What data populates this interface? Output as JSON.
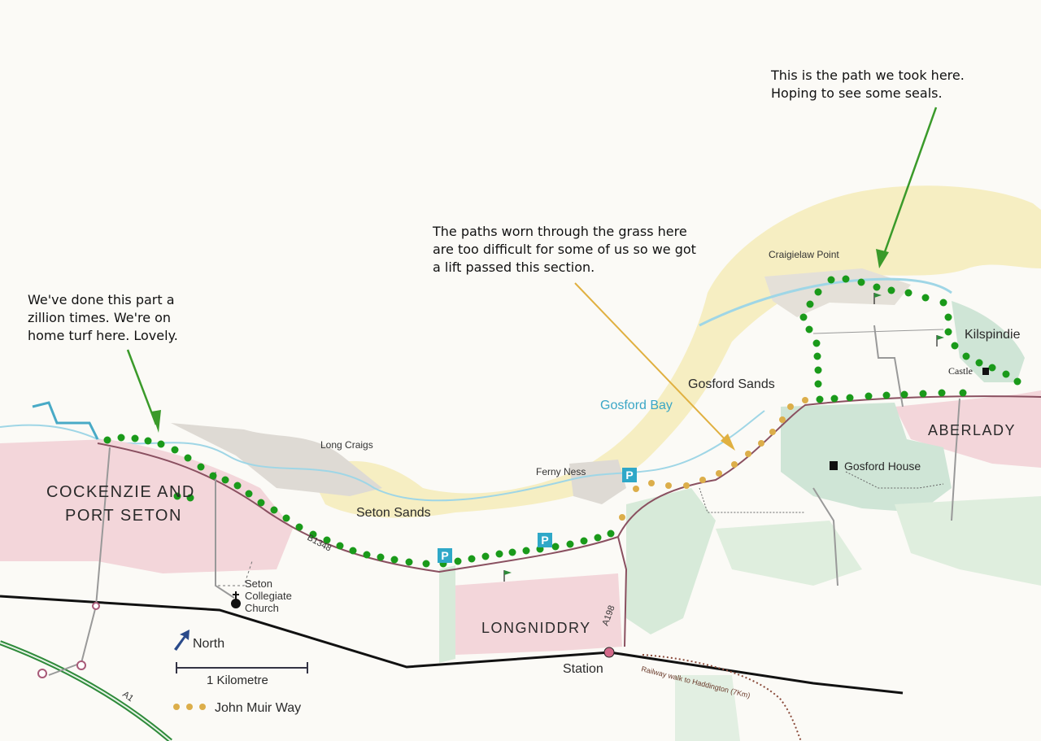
{
  "annotations": {
    "left": "We've done this part a\nzillion times. We're on\nhome turf here. Lovely.",
    "middle": "The paths worn through the grass here\nare too difficult for some of us so we got\na lift passed this section.",
    "right": "This is the path we took here.\nHoping to see some seals."
  },
  "places": {
    "cockenzie_line1": "COCKENZIE AND",
    "cockenzie_line2": "PORT SETON",
    "longniddry": "LONGNIDDRY",
    "aberlady": "ABERLADY",
    "long_craigs": "Long Craigs",
    "seton_sands": "Seton Sands",
    "ferny_ness": "Ferny Ness",
    "gosford_bay": "Gosford Bay",
    "gosford_sands": "Gosford Sands",
    "craigielaw_point": "Craigielaw Point",
    "kilspindie": "Kilspindie",
    "castle": "Castle",
    "gosford_house": "Gosford House",
    "seton_church_line1": "Seton",
    "seton_church_line2": "Collegiate",
    "seton_church_line3": "Church",
    "station": "Station",
    "railway_walk": "Railway walk to Haddington (7Km)"
  },
  "roads": {
    "b1348": "B1348",
    "a198": "A198",
    "a1": "A1"
  },
  "parking_label": "P",
  "legend": {
    "north": "North",
    "scale": "1 Kilometre",
    "route": "John Muir Way"
  },
  "colors": {
    "route_walked": "#1a9a1a",
    "route_skipped": "#dcae4a",
    "arrow_green": "#3a9a2a",
    "arrow_orange": "#e0b040",
    "sand": "#f6eec2",
    "water": "#ffffff",
    "urban": "#f3d6da",
    "woodland": "#cfe5d6",
    "parking": "#2fa8c8",
    "north_arrow": "#2a4a8a"
  }
}
